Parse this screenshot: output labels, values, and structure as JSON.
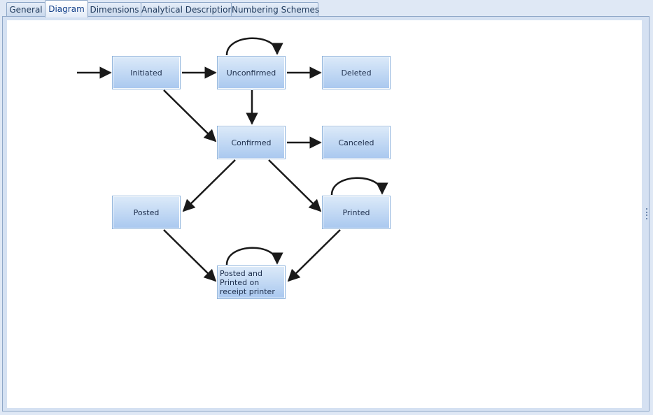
{
  "tabs": [
    {
      "label": "General",
      "active": false
    },
    {
      "label": "Diagram",
      "active": true
    },
    {
      "label": "Dimensions",
      "active": false
    },
    {
      "label": "Analytical Description",
      "active": false
    },
    {
      "label": "Numbering Schemes",
      "active": false
    }
  ],
  "diagram": {
    "states": {
      "initiated": "Initiated",
      "unconfirmed": "Unconfirmed",
      "deleted": "Deleted",
      "confirmed": "Confirmed",
      "canceled": "Canceled",
      "posted": "Posted",
      "printed": "Printed",
      "posted_printed": "Posted and Printed on receipt printer"
    }
  },
  "colors": {
    "state_fill_top": "#dceaf9",
    "state_fill_bottom": "#a9c8ef",
    "state_border": "#8eb3dc",
    "arrow": "#1a1a1a"
  }
}
